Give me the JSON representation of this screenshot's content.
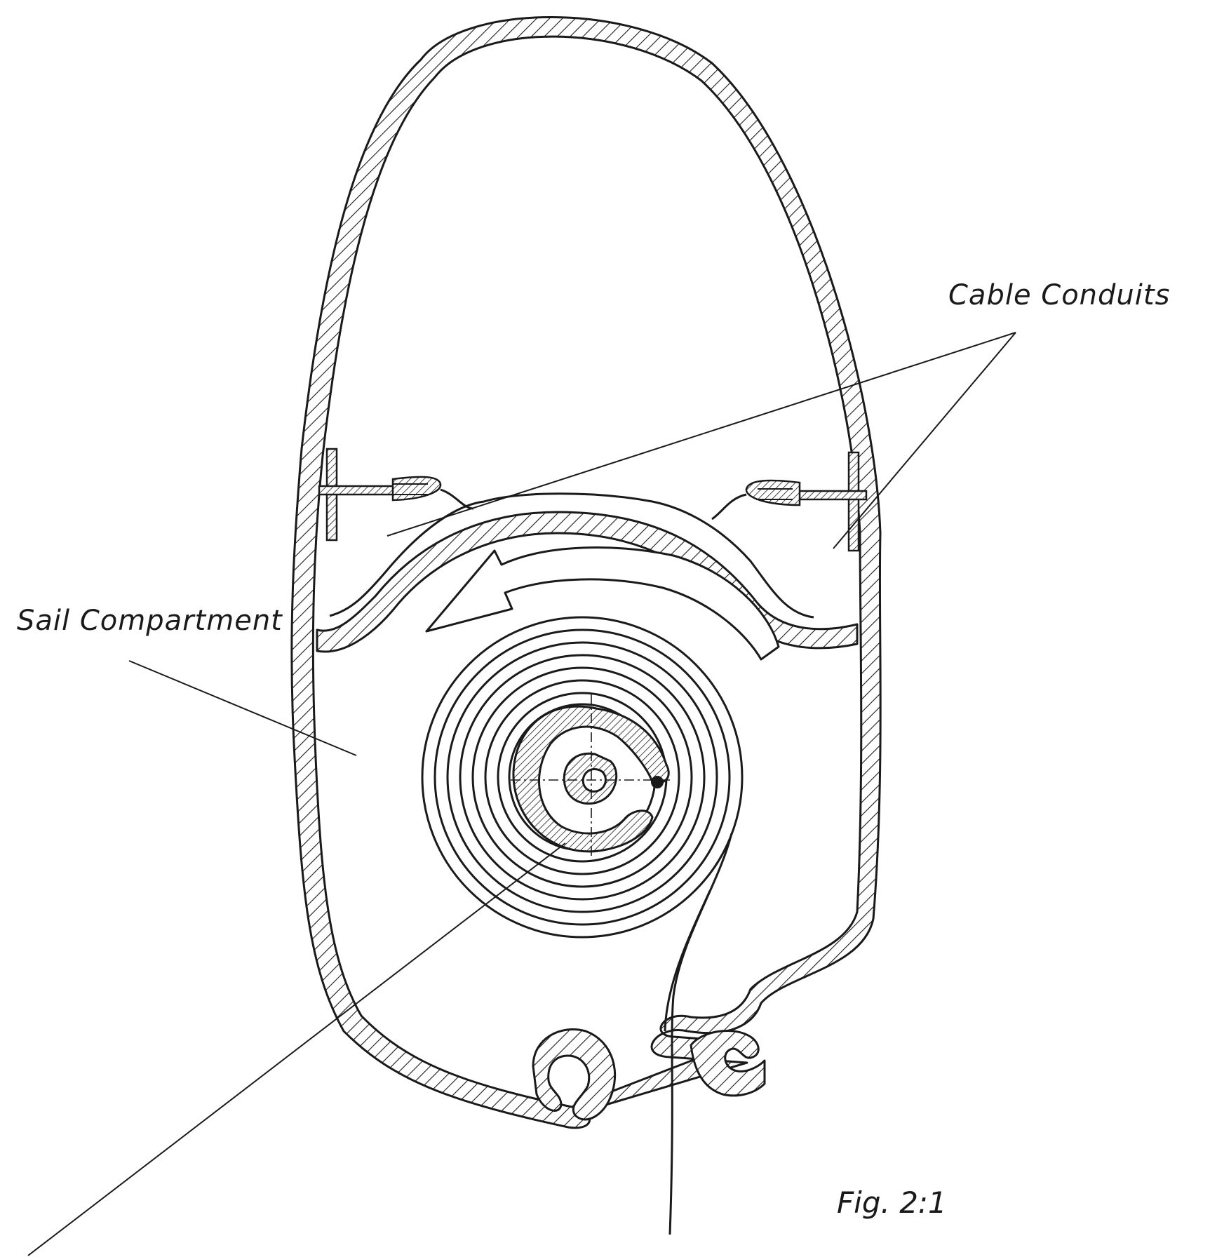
{
  "labels": {
    "cable_conduits": "Cable Conduits",
    "sail_compartment": "Sail Compartment",
    "figure": "Fig. 2:1"
  },
  "colors": {
    "ink": "#1a1a1a",
    "paper": "#ffffff"
  }
}
